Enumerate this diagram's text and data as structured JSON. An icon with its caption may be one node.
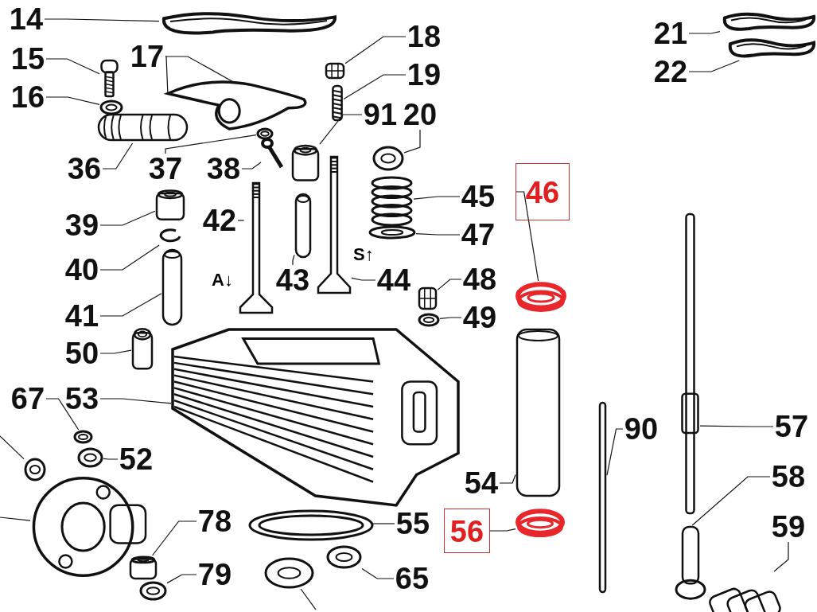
{
  "diagram": {
    "nodes": [
      {
        "text": [
          "14"
        ]
      },
      {
        "text": [],
        "shape": "picture"
      },
      {
        "text": [
          "15"
        ]
      },
      {
        "text": [],
        "shape": "picture"
      },
      {
        "text": [
          "16"
        ]
      },
      {
        "text": [],
        "shape": "picture"
      },
      {
        "text": [
          "17"
        ]
      },
      {
        "text": [],
        "shape": "picture"
      },
      {
        "text": [
          "18"
        ]
      },
      {
        "text": [],
        "shape": "box"
      },
      {
        "text": [
          "19"
        ]
      },
      {
        "text": [],
        "shape": "picture"
      },
      {
        "text": [
          "91"
        ]
      },
      {
        "text": [],
        "shape": "cylinder"
      },
      {
        "text": [
          "20"
        ]
      },
      {
        "text": [],
        "shape": "picture"
      },
      {
        "text": [
          "21"
        ]
      },
      {
        "text": [],
        "shape": "picture"
      },
      {
        "text": [
          "22"
        ]
      },
      {
        "text": [],
        "shape": "picture"
      },
      {
        "text": [
          "36"
        ]
      },
      {
        "text": [],
        "shape": "picture"
      },
      {
        "text": [
          "37"
        ]
      },
      {
        "text": [],
        "shape": "picture"
      },
      {
        "text": [
          "38"
        ]
      },
      {
        "text": [],
        "shape": "picture"
      },
      {
        "text": [
          "39"
        ]
      },
      {
        "text": [],
        "shape": "cylinder"
      },
      {
        "text": [
          "42"
        ]
      },
      {
        "text": [],
        "shape": "picture"
      },
      {
        "text": [
          "45"
        ]
      },
      {
        "text": [],
        "shape": "picture"
      },
      {
        "text": [
          "46"
        ]
      },
      {
        "text": [],
        "shape": "picture"
      },
      {
        "text": [
          "47"
        ]
      },
      {
        "text": [],
        "shape": "picture"
      },
      {
        "text": [
          "40"
        ]
      },
      {
        "text": [],
        "shape": "picture"
      },
      {
        "text": [
          "43"
        ]
      },
      {
        "text": [],
        "shape": "picture"
      },
      {
        "text": [
          "44"
        ]
      },
      {
        "text": [],
        "shape": "picture"
      },
      {
        "text": [
          "48"
        ]
      },
      {
        "text": [],
        "shape": "box"
      },
      {
        "text": [
          "41"
        ]
      },
      {
        "text": [],
        "shape": "picture"
      },
      {
        "text": [
          "49"
        ]
      },
      {
        "text": [],
        "shape": "picture"
      },
      {
        "text": [
          "50"
        ]
      },
      {
        "text": [],
        "shape": "cylinder"
      },
      {
        "text": [
          "67"
        ]
      },
      {
        "text": [],
        "shape": "picture"
      },
      {
        "text": [
          "53"
        ]
      },
      {
        "text": [],
        "shape": "picture"
      },
      {
        "text": [
          "90"
        ]
      },
      {
        "text": [],
        "shape": "bar"
      },
      {
        "text": [
          "57"
        ]
      },
      {
        "text": [],
        "shape": "bar"
      },
      {
        "text": [
          "52"
        ]
      },
      {
        "text": [],
        "shape": "picture"
      },
      {
        "text": [
          "54"
        ]
      },
      {
        "text": [],
        "shape": "picture"
      },
      {
        "text": [
          "58"
        ]
      },
      {
        "text": [],
        "shape": "picture"
      },
      {
        "text": [
          "78"
        ]
      },
      {
        "text": [],
        "shape": "cylinder"
      },
      {
        "text": [
          "55"
        ]
      },
      {
        "text": [],
        "shape": "picture"
      },
      {
        "text": [
          "56"
        ]
      },
      {
        "text": [],
        "shape": "picture"
      },
      {
        "text": [
          "59"
        ]
      },
      {
        "text": [],
        "shape": "cylinder"
      },
      {
        "text": [
          "79"
        ]
      },
      {
        "text": [],
        "shape": "picture"
      },
      {
        "text": [
          "65"
        ]
      },
      {
        "text": [],
        "shape": "picture"
      },
      {
        "text": [],
        "shape": "picture"
      },
      {
        "text": [],
        "shape": "picture"
      },
      {
        "text": [],
        "shape": "picture"
      }
    ],
    "edges": [
      {
        "from": 0,
        "to": 1,
        "arrow": "none"
      },
      {
        "from": 2,
        "to": 3,
        "arrow": "none"
      },
      {
        "from": 4,
        "to": 5,
        "arrow": "none"
      },
      {
        "from": 6,
        "to": 7,
        "arrow": "none"
      },
      {
        "from": 8,
        "to": 9,
        "arrow": "none"
      },
      {
        "from": 10,
        "to": 11,
        "arrow": "none"
      },
      {
        "from": 12,
        "to": 13,
        "arrow": "none"
      },
      {
        "from": 14,
        "to": 15,
        "arrow": "none"
      },
      {
        "from": 16,
        "to": 17,
        "arrow": "none"
      },
      {
        "from": 18,
        "to": 19,
        "arrow": "none"
      },
      {
        "from": 20,
        "to": 21,
        "arrow": "none"
      },
      {
        "from": 22,
        "to": 23,
        "arrow": "none"
      },
      {
        "from": 24,
        "to": 25,
        "arrow": "none"
      },
      {
        "from": 26,
        "to": 27,
        "arrow": "none"
      },
      {
        "from": 28,
        "to": 29,
        "arrow": "none"
      },
      {
        "from": 30,
        "to": 31,
        "arrow": "none"
      },
      {
        "from": 32,
        "to": 33,
        "arrow": "none"
      },
      {
        "from": 34,
        "to": 35,
        "arrow": "none"
      },
      {
        "from": 36,
        "to": 37,
        "arrow": "none"
      },
      {
        "from": 38,
        "to": 39,
        "arrow": "none"
      },
      {
        "from": 40,
        "to": 41,
        "arrow": "none"
      },
      {
        "from": 42,
        "to": 43,
        "arrow": "none"
      },
      {
        "from": 44,
        "to": 45,
        "arrow": "none"
      },
      {
        "from": 46,
        "to": 47,
        "arrow": "none"
      },
      {
        "from": 48,
        "to": 49,
        "arrow": "none"
      },
      {
        "from": 50,
        "to": 51,
        "arrow": "none"
      },
      {
        "from": 52,
        "to": 53,
        "arrow": "none"
      },
      {
        "from": 54,
        "to": 55,
        "arrow": "none"
      },
      {
        "from": 56,
        "to": 57,
        "arrow": "none"
      },
      {
        "from": 58,
        "to": 59,
        "arrow": "none"
      },
      {
        "from": 60,
        "to": 61,
        "arrow": "none"
      },
      {
        "from": 62,
        "to": 63,
        "arrow": "none"
      },
      {
        "from": 64,
        "to": 65,
        "arrow": "none"
      },
      {
        "from": 66,
        "to": 67,
        "arrow": "none"
      },
      {
        "from": 68,
        "to": 69,
        "arrow": "none"
      },
      {
        "from": 70,
        "to": 71,
        "arrow": "none"
      },
      {
        "from": 72,
        "to": 73,
        "arrow": "none"
      },
      {
        "from": 74,
        "to": 75,
        "arrow": "none"
      },
      {
        "from": 6,
        "to": 7,
        "arrow": "none"
      },
      {
        "from": 76,
        "to": null,
        "arrow": "none"
      },
      {
        "from": null,
        "to": 77,
        "arrow": "none"
      },
      {
        "from": null,
        "to": 78,
        "arrow": "none"
      }
    ],
    "labels": [
      "A↓",
      "S↑"
    ]
  }
}
